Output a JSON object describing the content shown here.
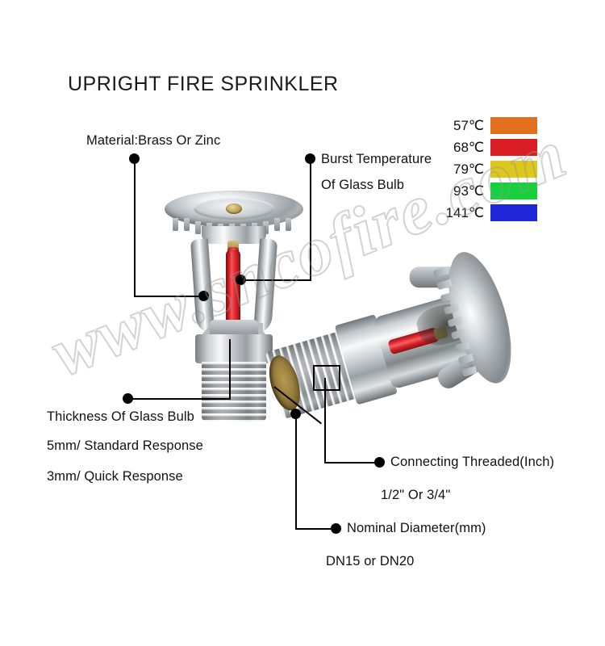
{
  "page": {
    "title": "UPRIGHT FIRE SPRINKLER",
    "background_color": "#ffffff",
    "watermark": "www.sncofire.com"
  },
  "callouts": {
    "material": {
      "label": "Material:Brass Or Zinc"
    },
    "burst_temperature": {
      "line1": "Burst Temperature",
      "line2": "Of Glass Bulb"
    },
    "thickness": {
      "label": "Thickness Of Glass Bulb",
      "option1": "5mm/  Standard Response",
      "option2": "3mm/ Quick Response"
    },
    "connecting_thread": {
      "label": "Connecting Threaded(Inch)",
      "value": "1/2\" Or 3/4\""
    },
    "nominal_diameter": {
      "label": "Nominal Diameter(mm)",
      "value": "DN15 or DN20"
    }
  },
  "temperature_legend": {
    "rows": [
      {
        "temp": "57℃",
        "color": "#e2701e"
      },
      {
        "temp": "68℃",
        "color": "#d91e23"
      },
      {
        "temp": "79℃",
        "color": "#dec81c"
      },
      {
        "temp": "93℃",
        "color": "#16d13c"
      },
      {
        "temp": "141℃",
        "color": "#1e28d9"
      }
    ]
  },
  "products": {
    "upright": {
      "name": "upright-sprinkler"
    },
    "pendent": {
      "name": "pendent-sprinkler"
    }
  }
}
